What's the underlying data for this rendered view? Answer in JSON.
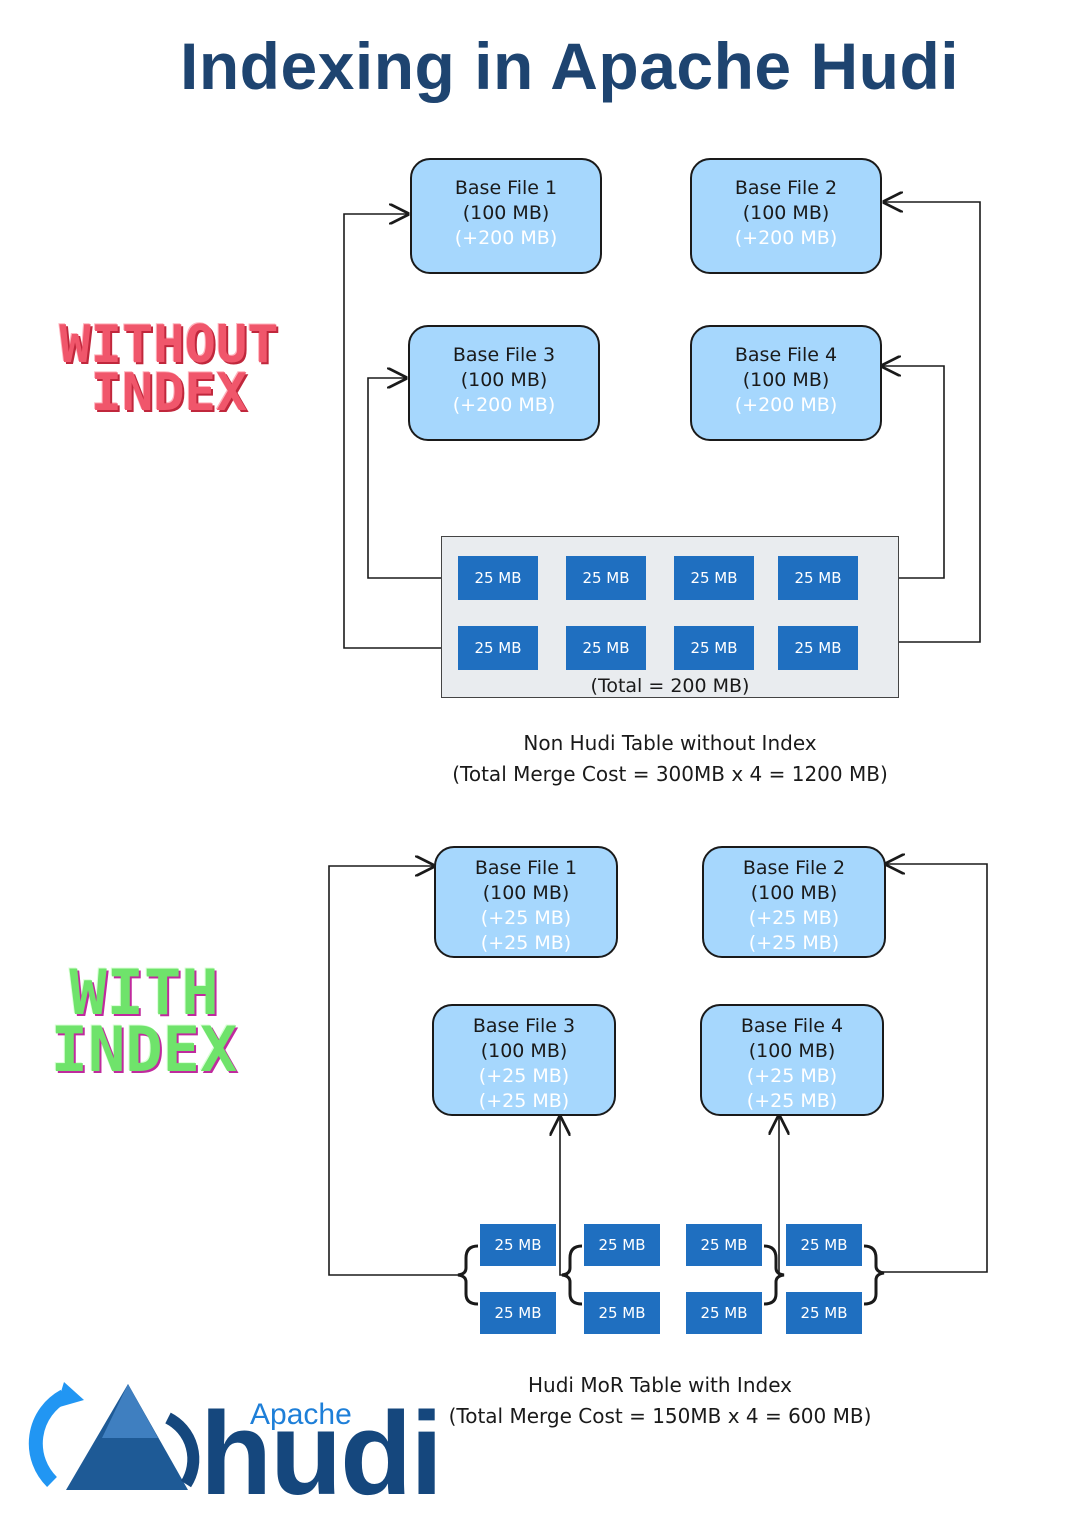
{
  "title": "Indexing in Apache Hudi",
  "badges": {
    "without": "WITHOUT INDEX",
    "with": "WITH INDEX"
  },
  "without_index": {
    "files": [
      {
        "name": "Base File 1",
        "size": "(100 MB)",
        "adds": [
          "(+200 MB)"
        ]
      },
      {
        "name": "Base File 2",
        "size": "(100 MB)",
        "adds": [
          "(+200 MB)"
        ]
      },
      {
        "name": "Base File 3",
        "size": "(100 MB)",
        "adds": [
          "(+200 MB)"
        ]
      },
      {
        "name": "Base File 4",
        "size": "(100 MB)",
        "adds": [
          "(+200 MB)"
        ]
      }
    ],
    "chunks": [
      "25 MB",
      "25 MB",
      "25 MB",
      "25 MB",
      "25 MB",
      "25 MB",
      "25 MB",
      "25 MB"
    ],
    "total": "(Total = 200 MB)",
    "caption_title": "Non Hudi Table without Index",
    "caption_cost": "(Total Merge Cost = 300MB x 4 = 1200 MB)"
  },
  "with_index": {
    "files": [
      {
        "name": "Base File 1",
        "size": "(100 MB)",
        "adds": [
          "(+25 MB)",
          "(+25 MB)"
        ]
      },
      {
        "name": "Base File 2",
        "size": "(100 MB)",
        "adds": [
          "(+25 MB)",
          "(+25 MB)"
        ]
      },
      {
        "name": "Base File 3",
        "size": "(100 MB)",
        "adds": [
          "(+25 MB)",
          "(+25 MB)"
        ]
      },
      {
        "name": "Base File 4",
        "size": "(100 MB)",
        "adds": [
          "(+25 MB)",
          "(+25 MB)"
        ]
      }
    ],
    "chunks": [
      "25 MB",
      "25 MB",
      "25 MB",
      "25 MB",
      "25 MB",
      "25 MB",
      "25 MB",
      "25 MB"
    ],
    "caption_title": "Hudi MoR Table with Index",
    "caption_cost": "(Total Merge Cost = 150MB x 4 = 600 MB)"
  },
  "logo": {
    "apache": "Apache",
    "hudi": "hudi"
  },
  "colors": {
    "title": "#1e4470",
    "file_fill": "#a6d7fd",
    "chunk_fill": "#1f6fc0",
    "badge_without": "#f0566b",
    "badge_with": "#6fe36b",
    "tray": "#e9ecef"
  }
}
